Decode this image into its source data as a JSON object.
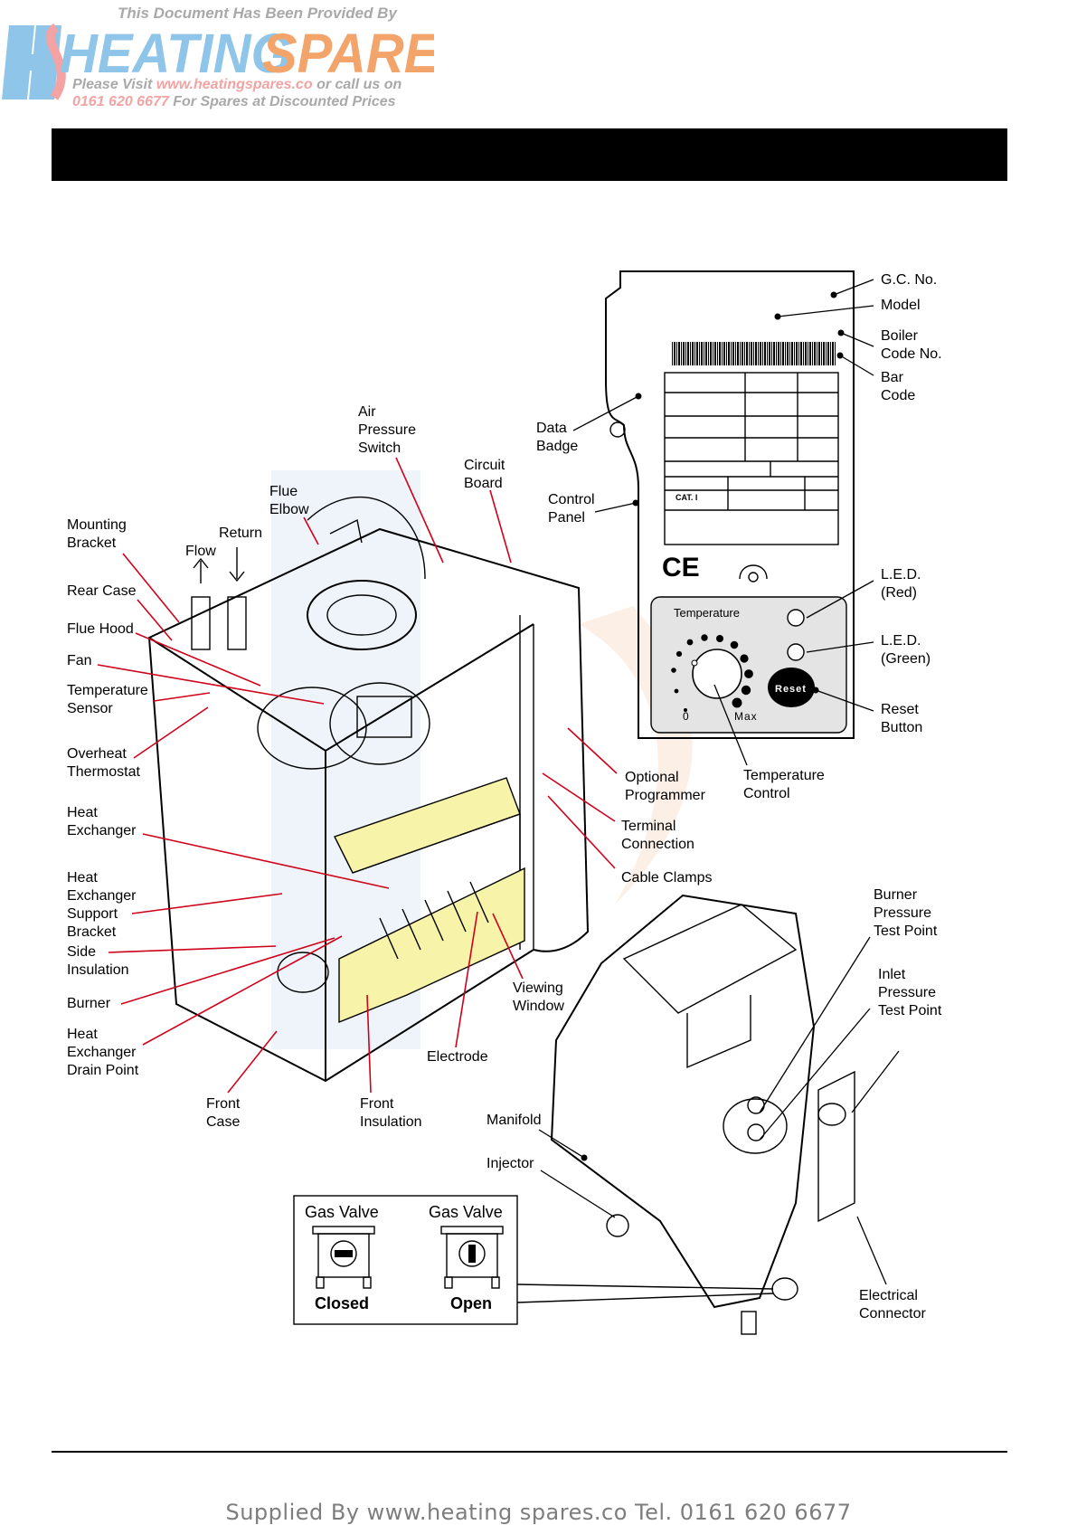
{
  "logo": {
    "provided_by": "This Document Has Been Provided By",
    "brand_a": "HEATING",
    "brand_b": "SPARES",
    "visit_prefix": "Please Visit",
    "url": "www.heatingspares.co",
    "visit_suffix": "or call us on",
    "phone": "0161 620 6677",
    "phone_suffix": "For Spares at Discounted Prices"
  },
  "labels": {
    "mounting_bracket": [
      "Mounting",
      "Bracket"
    ],
    "flow": "Flow",
    "return": "Return",
    "rear_case": "Rear Case",
    "flue_hood": "Flue Hood",
    "fan": "Fan",
    "temperature_sensor": [
      "Temperature",
      "Sensor"
    ],
    "overheat_thermostat": [
      "Overheat",
      "Thermostat"
    ],
    "heat_exchanger": [
      "Heat",
      "Exchanger"
    ],
    "heat_exchanger_support_bracket": [
      "Heat",
      "Exchanger",
      "Support",
      "Bracket"
    ],
    "side_insulation": [
      "Side",
      "Insulation"
    ],
    "burner": "Burner",
    "heat_exchanger_drain_point": [
      "Heat",
      "Exchanger",
      "Drain Point"
    ],
    "front_case": [
      "Front",
      "Case"
    ],
    "front_insulation": [
      "Front",
      "Insulation"
    ],
    "flue_elbow": [
      "Flue",
      "Elbow"
    ],
    "air_pressure_switch": [
      "Air",
      "Pressure",
      "Switch"
    ],
    "circuit_board": [
      "Circuit",
      "Board"
    ],
    "data_badge": [
      "Data",
      "Badge"
    ],
    "control_panel": [
      "Control",
      "Panel"
    ],
    "gc_no": "G.C. No.",
    "model": "Model",
    "boiler_code_no": [
      "Boiler",
      "Code No."
    ],
    "bar_code": [
      "Bar",
      "Code"
    ],
    "led_red": [
      "L.E.D.",
      "(Red)"
    ],
    "led_green": [
      "L.E.D.",
      "(Green)"
    ],
    "reset_button": [
      "Reset",
      "Button"
    ],
    "optional_programmer": [
      "Optional",
      "Programmer"
    ],
    "temperature_control": [
      "Temperature",
      "Control"
    ],
    "terminal_connection": [
      "Terminal",
      "Connection"
    ],
    "cable_clamps": "Cable Clamps",
    "viewing_window": [
      "Viewing",
      "Window"
    ],
    "electrode": "Electrode",
    "burner_pressure_test_point": [
      "Burner",
      "Pressure",
      "Test Point"
    ],
    "inlet_pressure_test_point": [
      "Inlet",
      "Pressure",
      "Test Point"
    ],
    "manifold": "Manifold",
    "injector": "Injector",
    "electrical_connector": [
      "Electrical",
      "Connector"
    ]
  },
  "panel": {
    "cat": "CAT. I",
    "ce": "CE",
    "temperature": "Temperature",
    "min": "0",
    "max": "Max",
    "reset": "Reset"
  },
  "gas_valve": {
    "title": "Gas Valve",
    "closed": "Closed",
    "open": "Open"
  },
  "footer": "Supplied By www.heating spares.co  Tel. 0161 620 6677"
}
